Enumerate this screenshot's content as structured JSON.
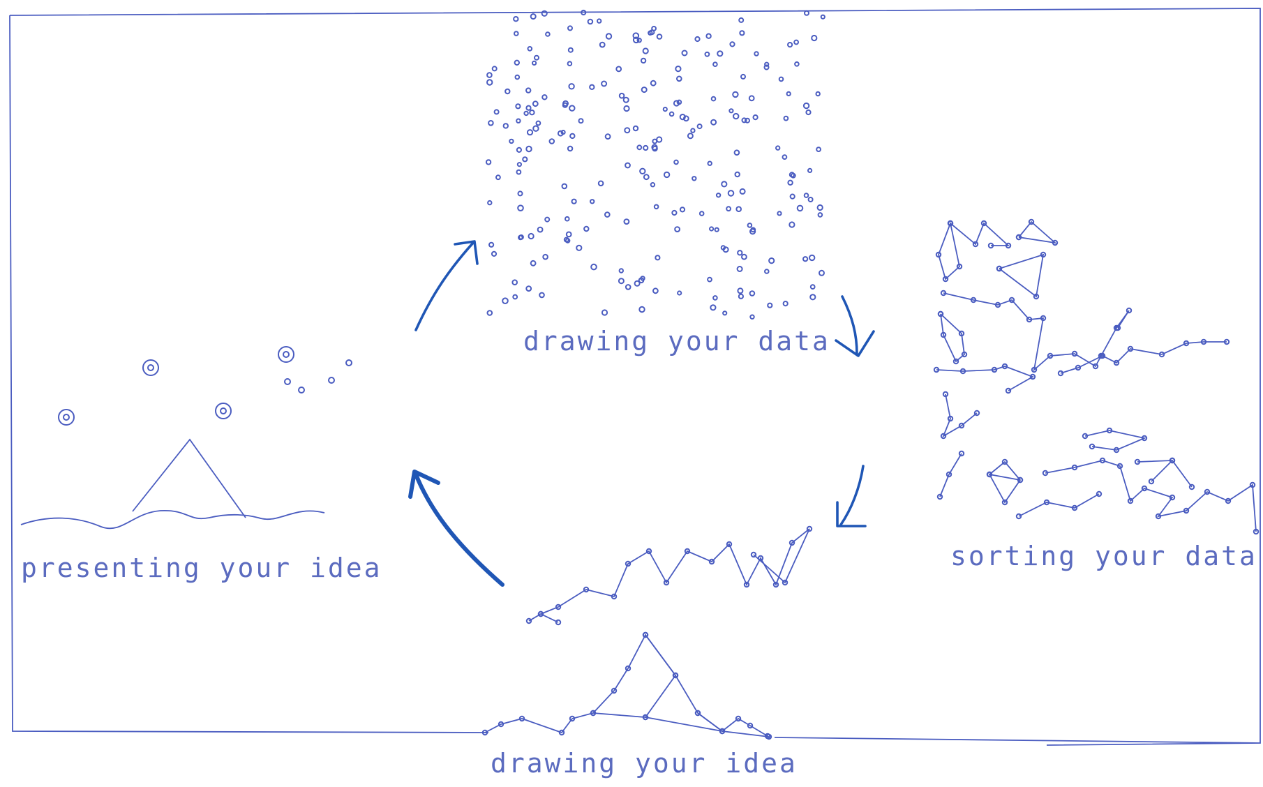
{
  "diagram": {
    "labels": {
      "drawing_data": "drawing your data",
      "sorting_data": "sorting your data",
      "presenting_idea": "presenting your idea",
      "drawing_idea": "drawing your idea"
    },
    "colors": {
      "ink": "#4a5cc0",
      "arrow": "#1f56b5",
      "background": "#ffffff"
    }
  }
}
